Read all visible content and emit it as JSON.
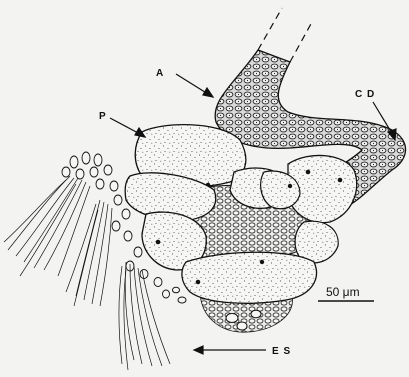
{
  "labels": {
    "A": "A",
    "CD": "C D",
    "P": "P",
    "ES": "E S"
  },
  "scale_bar": {
    "text": "50 μm"
  },
  "colors": {
    "background": "#f3f3f1",
    "ink": "#111111",
    "cell_fill": "#f6f6f4",
    "duct_fill": "#dcdcdc"
  }
}
